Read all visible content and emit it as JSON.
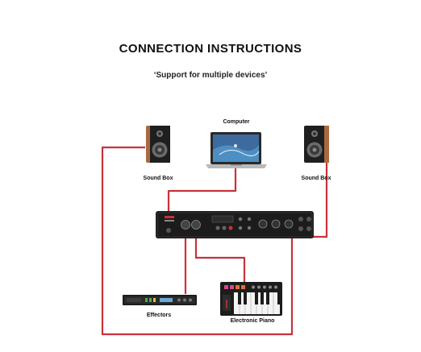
{
  "header": {
    "title": "CONNECTION INSTRUCTIONS",
    "subtitle": "‘Support for multiple devices’"
  },
  "devices": {
    "computer_label": "Computer",
    "speaker_left_label": "Sound Box",
    "speaker_right_label": "Sound Box",
    "effectors_label": "Effectors",
    "piano_label": "Electronic Piano"
  },
  "colors": {
    "cable": "#c8323c",
    "device_dark": "#1c1c1c",
    "speaker_wood": "#a86a3e"
  }
}
